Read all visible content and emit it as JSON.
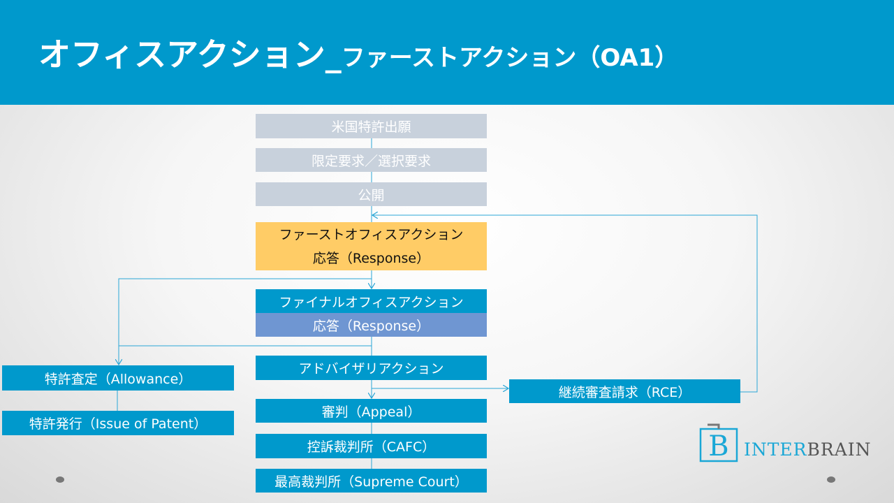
{
  "header": {
    "title_main": "オフィスアクション_",
    "title_sub": "ファーストアクション（OA1）"
  },
  "flow": {
    "us_application": "米国特許出願",
    "restriction": "限定要求／選択要求",
    "publication": "公開",
    "first_oa_line1": "ファーストオフィスアクション",
    "first_oa_line2": "応答（Response）",
    "final_oa": "ファイナルオフィスアクション",
    "final_response": "応答（Response）",
    "advisory": "アドバイザリアクション",
    "appeal": "審判（Appeal）",
    "cafc": "控訴裁判所（CAFC）",
    "supreme": "最高裁判所（Supreme Court）",
    "allowance": "特許査定（Allowance）",
    "issue": "特許発行（Issue of Patent）",
    "rce": "継続審査請求（RCE）"
  },
  "logo": {
    "part1": "INTER",
    "part2": "BRAIN",
    "mark": "B"
  },
  "colors": {
    "accent": "#0099cc",
    "orange": "#ffcc66",
    "gray": "#c8d1dc",
    "purple": "#6f96d2"
  }
}
